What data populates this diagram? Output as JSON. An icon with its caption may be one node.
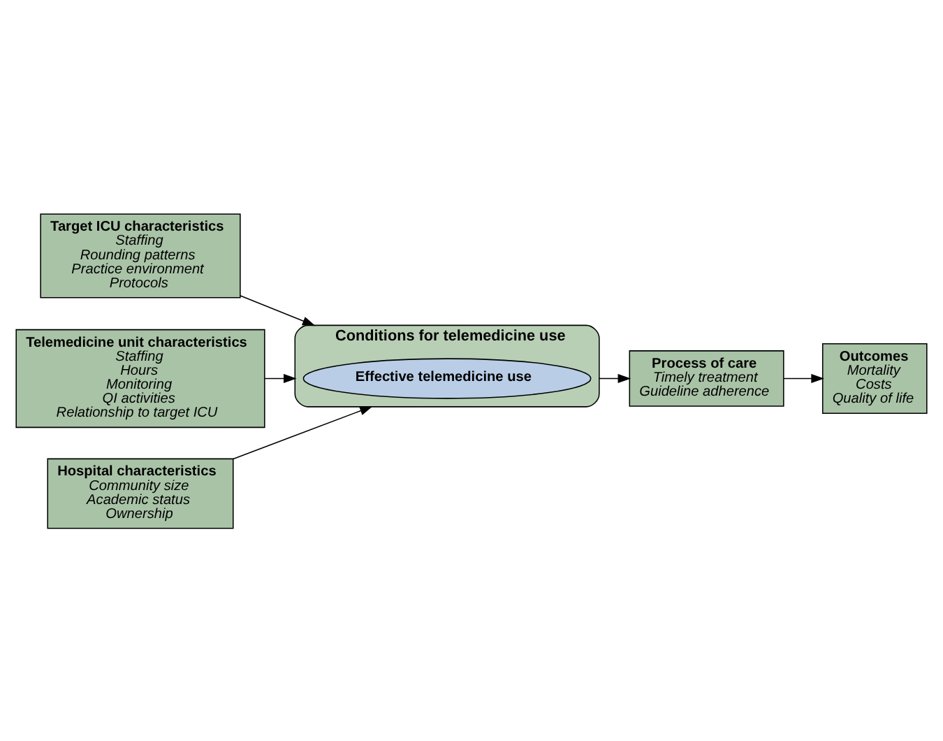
{
  "diagram": {
    "nodes": [
      {
        "text": [
          "Target ICU characteristics",
          "Staffing",
          "Rounding patterns",
          "Practice environment",
          "Protocols"
        ]
      },
      {
        "text": [
          "Telemedicine unit characteristics",
          "Staffing",
          "Hours",
          "Monitoring",
          "QI activities",
          "Relationship to target ICU"
        ]
      },
      {
        "text": [
          "Conditions for telemedicine use"
        ]
      },
      {
        "text": [
          "Effective telemedicine use"
        ],
        "in": 2
      },
      {
        "text": [
          "Hospital characteristics",
          "Community size",
          "Academic status",
          "Ownership"
        ]
      },
      {
        "text": [
          "Process of care",
          "Timely treatment",
          "Guideline adherence"
        ]
      },
      {
        "text": [
          "Outcomes",
          "Mortality",
          "Costs",
          "Quality of life"
        ]
      }
    ],
    "edges": [
      {
        "from": 0,
        "to": 2,
        "arrow": "to"
      },
      {
        "from": 1,
        "to": 2,
        "arrow": "to"
      },
      {
        "from": 4,
        "to": 2,
        "arrow": "to"
      },
      {
        "from": 2,
        "to": 5,
        "arrow": "to"
      },
      {
        "from": 5,
        "to": 6,
        "arrow": "to"
      }
    ]
  }
}
